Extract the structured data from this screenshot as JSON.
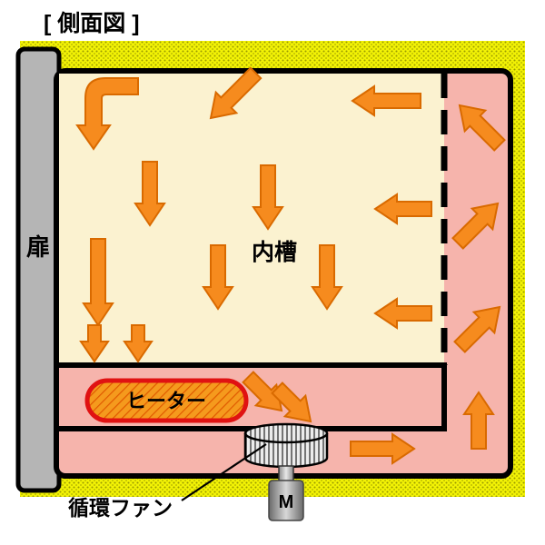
{
  "title": "[ 側面図 ]",
  "labels": {
    "door": "扉",
    "inner_chamber": "内槽",
    "heater": "ヒーター",
    "fan": "循環ファン",
    "motor": "M"
  },
  "colors": {
    "background_yellow": "#f2f205",
    "yellow_dot": "#9a9a00",
    "air_path_pink": "#f6b4ac",
    "chamber_cream": "#fbf2d0",
    "arrow_orange": "#f68b1e",
    "arrow_outline": "#d96a00",
    "heater_orange": "#f59a1d",
    "heater_border_red": "#e01212",
    "door_gray": "#b5b5b5",
    "line_black": "#000000"
  }
}
